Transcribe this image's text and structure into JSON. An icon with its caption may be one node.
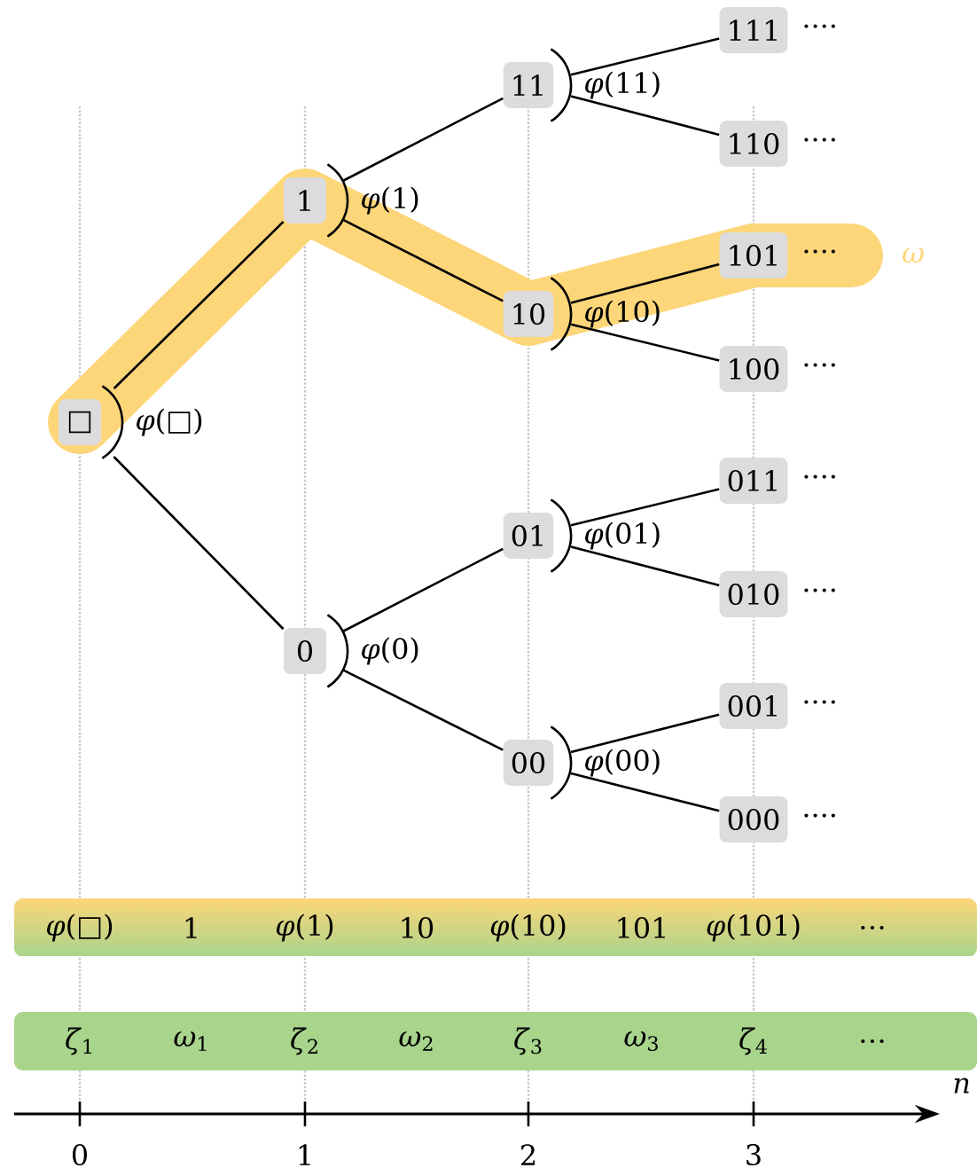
{
  "diagram": {
    "nodes": [
      {
        "text": [
          "□"
        ],
        "beside": [
          "*φ*(□)"
        ]
      },
      {
        "text": [
          "1"
        ],
        "beside": [
          "*φ*(1)"
        ]
      },
      {
        "text": [
          "0"
        ],
        "beside": [
          "*φ*(0)"
        ]
      },
      {
        "text": [
          "11"
        ],
        "beside": [
          "*φ*(11)"
        ]
      },
      {
        "text": [
          "10"
        ],
        "beside": [
          "*φ*(10)"
        ]
      },
      {
        "text": [
          "01"
        ],
        "beside": [
          "*φ*(01)"
        ]
      },
      {
        "text": [
          "00"
        ],
        "beside": [
          "*φ*(00)"
        ]
      },
      {
        "text": [
          "111"
        ],
        "beside": [
          "····"
        ]
      },
      {
        "text": [
          "110"
        ],
        "beside": [
          "····"
        ]
      },
      {
        "text": [
          "101"
        ],
        "beside": [
          "····"
        ]
      },
      {
        "text": [
          "100"
        ],
        "beside": [
          "····"
        ]
      },
      {
        "text": [
          "011"
        ],
        "beside": [
          "····"
        ]
      },
      {
        "text": [
          "010"
        ],
        "beside": [
          "····"
        ]
      },
      {
        "text": [
          "001"
        ],
        "beside": [
          "····"
        ]
      },
      {
        "text": [
          "000"
        ],
        "beside": [
          "····"
        ]
      },
      {
        "text": [
          "*φ*(□)",
          "1",
          "*φ*(1)",
          "10",
          "*φ*(10)",
          "101",
          "*φ*(101)",
          "…"
        ]
      },
      {
        "text": [
          "*ζ*$_{1}$",
          "*ω*$_{1}$",
          "*ζ*$_{2}$",
          "*ω*$_{2}$",
          "*ζ*$_{3}$",
          "*ω*$_{3}$",
          "*ζ*$_{4}$",
          "…"
        ]
      }
    ],
    "edges": [
      {
        "from": 0,
        "to": 1,
        "arrow": "none"
      },
      {
        "from": 0,
        "to": 2,
        "arrow": "none"
      },
      {
        "from": 1,
        "to": 3,
        "arrow": "none"
      },
      {
        "from": 1,
        "to": 4,
        "arrow": "none"
      },
      {
        "from": 2,
        "to": 5,
        "arrow": "none"
      },
      {
        "from": 2,
        "to": 6,
        "arrow": "none"
      },
      {
        "from": 3,
        "to": 7,
        "arrow": "none"
      },
      {
        "from": 3,
        "to": 8,
        "arrow": "none"
      },
      {
        "from": 4,
        "to": 9,
        "arrow": "none"
      },
      {
        "from": 4,
        "to": 10,
        "arrow": "none"
      },
      {
        "from": 5,
        "to": 11,
        "arrow": "none"
      },
      {
        "from": 5,
        "to": 12,
        "arrow": "none"
      },
      {
        "from": 6,
        "to": 13,
        "arrow": "none"
      },
      {
        "from": 6,
        "to": 14,
        "arrow": "none"
      }
    ],
    "labels": [
      "ω",
      "0",
      "1",
      "2",
      "3",
      "n"
    ]
  }
}
